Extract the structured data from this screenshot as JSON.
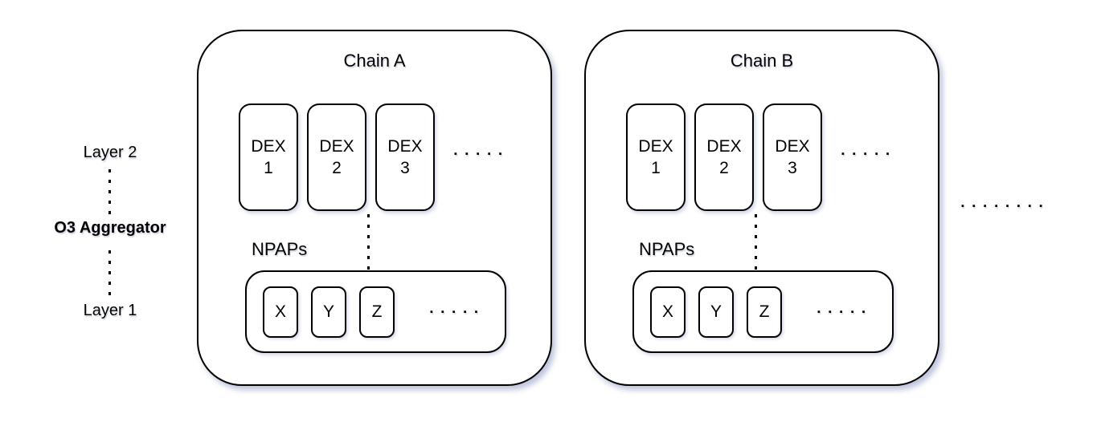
{
  "left_panel": {
    "layer2_label": "Layer 2",
    "aggregator_label": "O3 Aggregator",
    "layer1_label": "Layer 1"
  },
  "chains": [
    {
      "title": "Chain A",
      "dex_boxes": [
        {
          "line1": "DEX",
          "line2": "1"
        },
        {
          "line1": "DEX",
          "line2": "2"
        },
        {
          "line1": "DEX",
          "line2": "3"
        }
      ],
      "dex_ellipsis": "▪▪▪▪▪",
      "npaps": {
        "label": "NPAPs",
        "boxes": [
          "X",
          "Y",
          "Z"
        ],
        "ellipsis": "▪▪▪▪▪"
      }
    },
    {
      "title": "Chain B",
      "dex_boxes": [
        {
          "line1": "DEX",
          "line2": "1"
        },
        {
          "line1": "DEX",
          "line2": "2"
        },
        {
          "line1": "DEX",
          "line2": "3"
        }
      ],
      "dex_ellipsis": "▪▪▪▪▪",
      "npaps": {
        "label": "NPAPs",
        "boxes": [
          "X",
          "Y",
          "Z"
        ],
        "ellipsis": "▪▪▪▪▪"
      }
    }
  ],
  "more_chains_ellipsis": "▪▪▪▪▪▪▪▪",
  "colors": {
    "line": "#000000",
    "background": "#ffffff",
    "shadow_tint": "#8fa0c6"
  }
}
